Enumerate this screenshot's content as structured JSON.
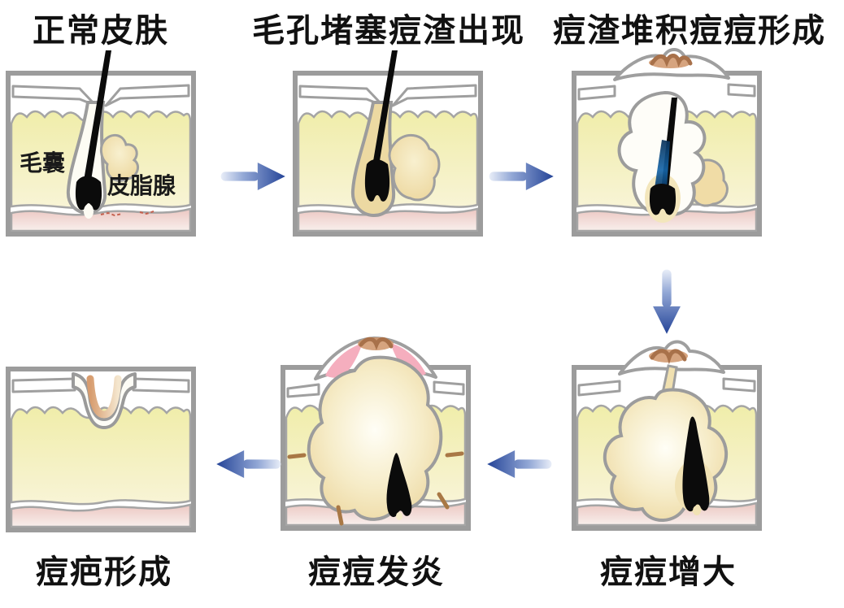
{
  "stages": [
    {
      "id": "normal-skin",
      "label": "正常皮肤"
    },
    {
      "id": "pore-clogged",
      "label": "毛孔堵塞痘渣出现"
    },
    {
      "id": "comedone-formed",
      "label": "痘渣堆积痘痘形成"
    },
    {
      "id": "pimple-enlarged",
      "label": "痘痘增大"
    },
    {
      "id": "pimple-inflamed",
      "label": "痘痘发炎"
    },
    {
      "id": "scar-formed",
      "label": "痘疤形成"
    }
  ],
  "anatomy": {
    "hair_follicle": "毛囊",
    "sebaceous_gland": "皮脂腺"
  },
  "arrows": [
    {
      "from": "正常皮肤",
      "to": "毛孔堵塞痘渣出现",
      "direction": "right"
    },
    {
      "from": "毛孔堵塞痘渣出现",
      "to": "痘渣堆积痘痘形成",
      "direction": "right"
    },
    {
      "from": "痘渣堆积痘痘形成",
      "to": "痘痘增大",
      "direction": "down"
    },
    {
      "from": "痘痘增大",
      "to": "痘痘发炎",
      "direction": "left"
    },
    {
      "from": "痘痘发炎",
      "to": "痘疤形成",
      "direction": "left"
    }
  ],
  "colors": {
    "background": "#ffffff",
    "panel_border": "#9c9c9c",
    "epidermis_yellow": "#f1eeab",
    "dermis_pink": "#ecc9c3",
    "sebum_tan": "#ecd9a2",
    "pus_cream": "#f2e3b6",
    "inflamed_pink": "#f5aebe",
    "comedone_brown": "#cf9468",
    "infection_blue": "#1565a8",
    "hair_black": "#0b0b0b",
    "arrow_blue_dark": "#1e3e94",
    "arrow_blue_light": "#eef2fa",
    "title_text": "#111111"
  }
}
